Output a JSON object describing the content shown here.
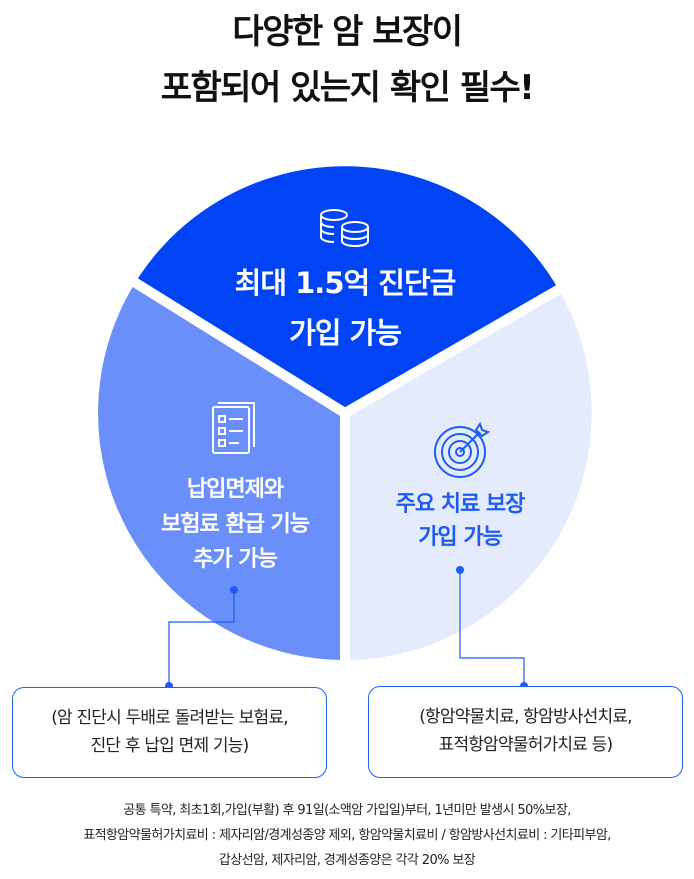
{
  "header": {
    "title_line1": "다양한 암 보장이",
    "title_line2": "포함되어 있는지 확인 필수!"
  },
  "colors": {
    "top": "#0044f5",
    "left": "#6a8ffa",
    "right": "#e4ebfd",
    "line": "#1f5cf2"
  },
  "segments": {
    "top": {
      "icon": "coins-icon",
      "line1": "최대 1.5억 진단금",
      "line2": "가입 가능"
    },
    "left": {
      "icon": "checklist-document-icon",
      "line1": "납입면제와",
      "line2": "보험료 환급 기능",
      "line3": "추가 가능"
    },
    "right": {
      "icon": "target-icon",
      "line1": "주요 치료 보장",
      "line2": "가입 가능"
    }
  },
  "callouts": {
    "left": {
      "line1": "(암 진단시 두배로 돌려받는 보험료,",
      "line2": "진단 후 납입 면제 기능)"
    },
    "right": {
      "line1": "(항암약물치료, 항암방사선치료,",
      "line2": "표적항암약물허가치료 등)"
    }
  },
  "footnote": {
    "line1": "공통 특약, 최초1회,가입(부활) 후 91일(소액암 가입일)부터, 1년미만 발생시 50%보장,",
    "line2": "표적항암약물허가치료비 : 제자리암/경계성종양 제외, 항암약물치료비 / 항암방사선치료비 : 기타피부암,",
    "line3": "갑상선암, 제자리암, 경계성종양은 각각 20% 보장"
  }
}
